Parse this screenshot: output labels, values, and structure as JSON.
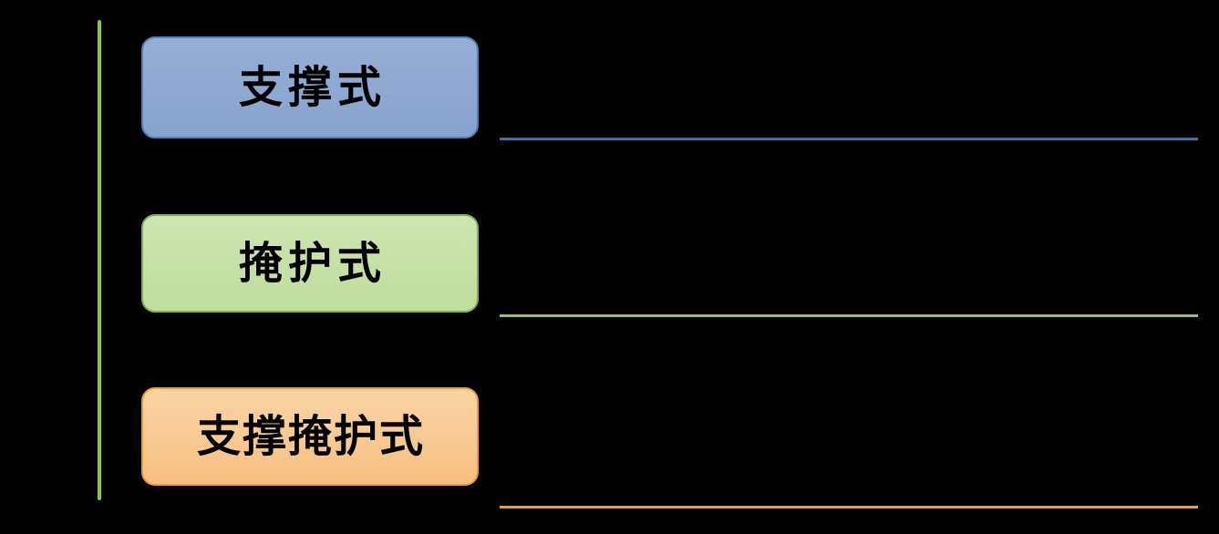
{
  "diagram": {
    "background": "#000000",
    "spine_color": "#8DC63F",
    "items": [
      {
        "label": "支撑式",
        "fill_top": "#95AFD7",
        "fill_bottom": "#87A3CD",
        "border_color": "#4E80BC",
        "line_color": "#2B77B7"
      },
      {
        "label": "掩护式",
        "fill_top": "#CDE6B2",
        "fill_bottom": "#BFDD9C",
        "border_color": "#7FAF4E",
        "line_color": "#94C85A"
      },
      {
        "label": "支撑掩护式",
        "fill_top": "#FBD4A5",
        "fill_bottom": "#F7BF81",
        "border_color": "#ED9D31",
        "line_color": "#F39C1E"
      }
    ]
  }
}
